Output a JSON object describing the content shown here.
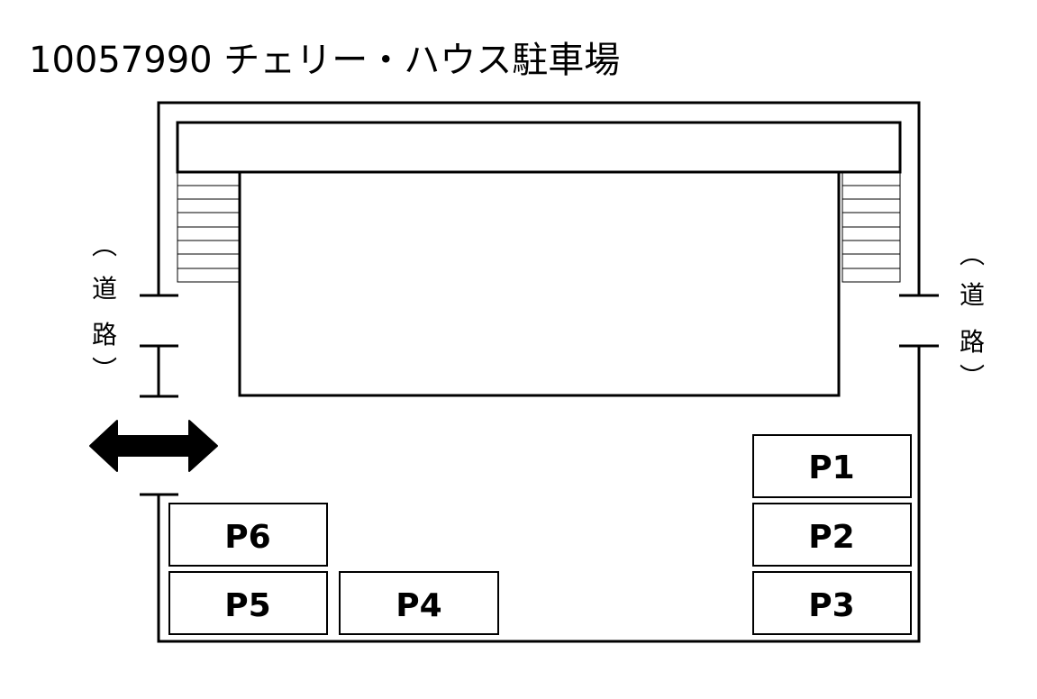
{
  "title": "10057990 チェリー・ハウス駐車場",
  "road_left": {
    "paren_open": "︵",
    "char1": "道",
    "char2": "路",
    "paren_close": "︶"
  },
  "road_right": {
    "paren_open": "︵",
    "char1": "道",
    "char2": "路",
    "paren_close": "︶"
  },
  "spaces": {
    "p1": "P1",
    "p2": "P2",
    "p3": "P3",
    "p4": "P4",
    "p5": "P5",
    "p6": "P6"
  }
}
